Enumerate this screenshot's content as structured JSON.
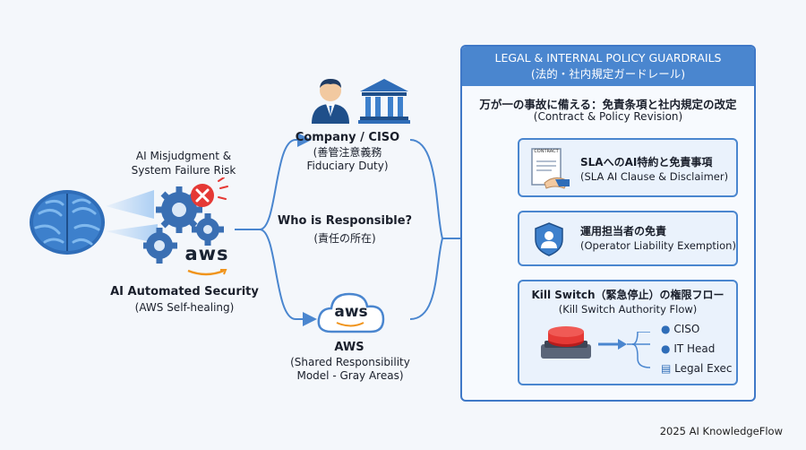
{
  "left": {
    "risk_label_line1": "AI Misjudgment &",
    "risk_label_line2": "System Failure Risk",
    "aws_logo_text": "aws",
    "title": "AI Automated Security",
    "subtitle": "(AWS Self-healing)"
  },
  "middle": {
    "company": {
      "title": "Company / CISO",
      "sub_line1": "(善管注意義務",
      "sub_line2": "Fiduciary Duty)"
    },
    "question": {
      "title": "Who is Responsible?",
      "subtitle": "(責任の所在)"
    },
    "aws": {
      "logo_text": "aws",
      "title": "AWS",
      "sub_line1": "(Shared Responsibility",
      "sub_line2": "Model - Gray Areas)"
    }
  },
  "panel": {
    "header_line1": "LEGAL & INTERNAL POLICY GUARDRAILS",
    "header_line2": "(法的・社内規定ガードレール)",
    "prep_title": "万が一の事故に備える：免責条項と社内規定の改定",
    "prep_subtitle": "(Contract & Policy Revision)",
    "cards": [
      {
        "title": "SLAへのAI特約と免責事項",
        "subtitle": "(SLA AI Clause & Disclaimer)",
        "doc_label": "CONTRACT"
      },
      {
        "title": "運用担当者の免責",
        "subtitle": "(Operator Liability Exemption)"
      },
      {
        "title": "Kill Switch（緊急停止）の権限フロー",
        "subtitle": "(Kill Switch Authority Flow)",
        "approvers": [
          "CISO",
          "IT Head",
          "Legal Exec"
        ]
      }
    ]
  },
  "footer": "2025 AI KnowledgeFlow",
  "colors": {
    "accent": "#4a86cf",
    "accent_dark": "#3f78c7",
    "card_bg": "#eaf2fc",
    "alert_red": "#e53935",
    "aws_orange": "#f0941c"
  }
}
